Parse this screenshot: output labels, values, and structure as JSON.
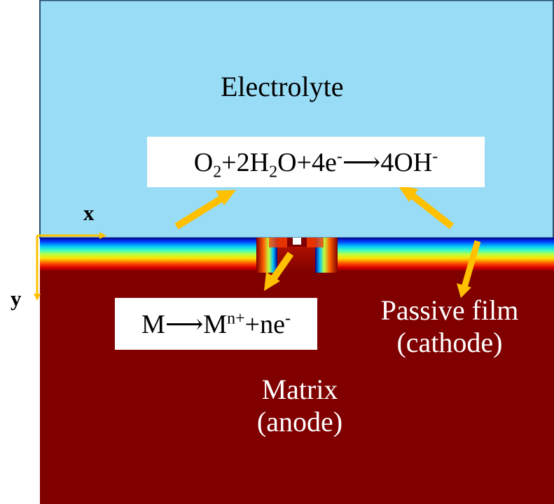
{
  "colors": {
    "electrolyte_fill": "#99dcf6",
    "electrolyte_border": "#2b4f6e",
    "matrix_fill": "#800000",
    "arrow": "#ffc000",
    "text_dark": "#000000",
    "text_light": "#ffffff"
  },
  "labels": {
    "electrolyte": "Electrolyte",
    "axis_x": "x",
    "axis_y": "y",
    "passive_line1": "Passive film",
    "passive_line2": "(cathode)",
    "matrix_line1": "Matrix",
    "matrix_line2": "(anode)"
  },
  "cathode_reaction": {
    "o": "O",
    "sub1": "2",
    "plus_two_h": "+2H",
    "sub2": "2",
    "o_plus_4e": "O+4e",
    "sup1": "-",
    "arrow_4oh": "⟶4OH",
    "sup2": "-"
  },
  "anode_reaction": {
    "m_arrow_m": "M⟶M",
    "sup1": "n+",
    "plus_ne": "+ne",
    "sup2": "-"
  }
}
